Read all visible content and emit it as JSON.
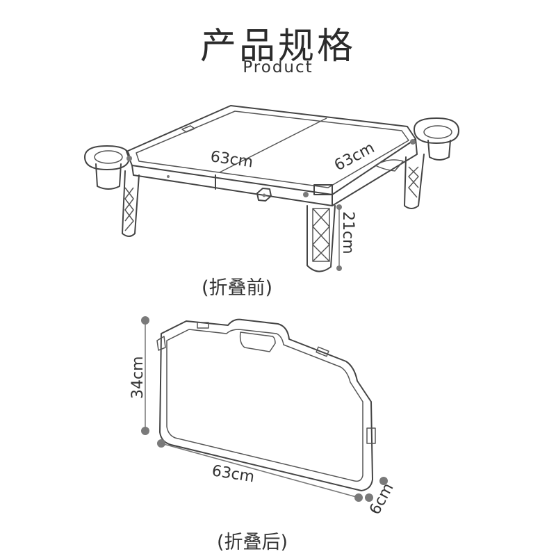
{
  "header": {
    "title": "产品规格",
    "subtitle": "Product"
  },
  "unfolded": {
    "caption": "(折叠前)",
    "width_label": "63cm",
    "depth_label": "63cm",
    "height_label": "21cm"
  },
  "folded": {
    "caption": "(折叠后)",
    "height_label": "34cm",
    "width_label": "63cm",
    "thickness_label": "6cm"
  },
  "colors": {
    "line": "#444444",
    "dimension_dot": "#7a7a7a"
  }
}
